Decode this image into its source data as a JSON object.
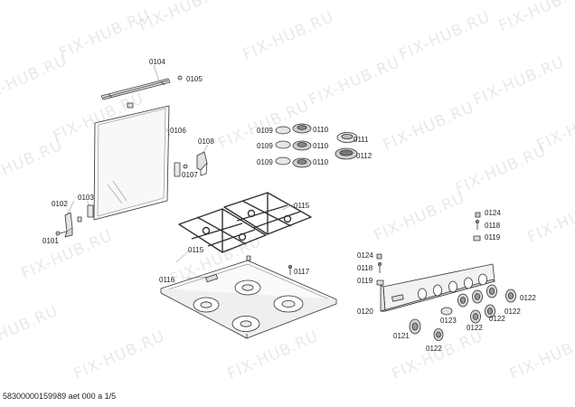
{
  "watermark": "FIX-HUB.RU",
  "part_labels": {
    "p0101": "0101",
    "p0102": "0102",
    "p0103": "0103",
    "p0104": "0104",
    "p0105": "0105",
    "p0106": "0106",
    "p0107": "0107",
    "p0108": "0108",
    "p0109": "0109",
    "p0110": "0110",
    "p0111": "0111",
    "p0112": "0112",
    "p0115": "0115",
    "p0116": "0116",
    "p0117": "0117",
    "p0118": "0118",
    "p0119": "0119",
    "p0120": "0120",
    "p0121": "0121",
    "p0122": "0122",
    "p0123": "0123",
    "p0124": "0124"
  },
  "footer": "58300000159989 aet 000 a 1/5"
}
